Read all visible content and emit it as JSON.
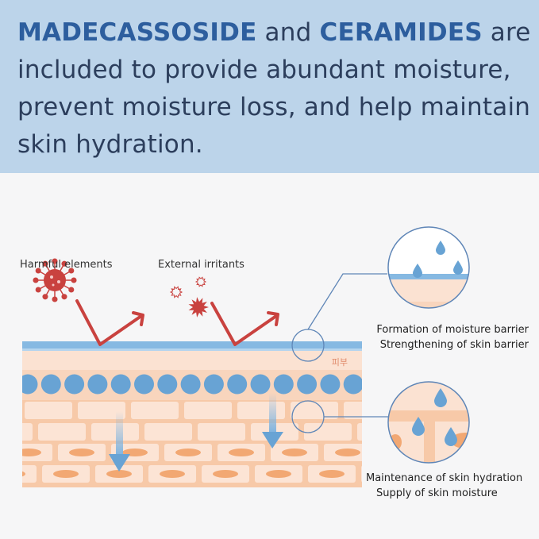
{
  "headline": {
    "highlight_1": "MADECASSOSIDE",
    "text_1": " and ",
    "highlight_2": "CERAMIDES",
    "text_2": " are included to provide abundant moisture, prevent moisture loss, and help maintain skin hydration."
  },
  "diagram": {
    "label_harmful": "Harmful elements",
    "label_irritants": "External irritants",
    "skin_label": "피부",
    "barrier_caption_1": "Formation of moisture barrier",
    "barrier_caption_2": "Strengthening of skin barrier",
    "hydration_caption_1": "Maintenance of skin hydration",
    "hydration_caption_2": "Supply of skin moisture"
  },
  "colors": {
    "header_bg": "#bcd4ea",
    "highlight": "#2d5e9e",
    "barrier_blue": "#7fb4df",
    "skin": "#fbe2d2",
    "threat_red": "#c9423f"
  }
}
